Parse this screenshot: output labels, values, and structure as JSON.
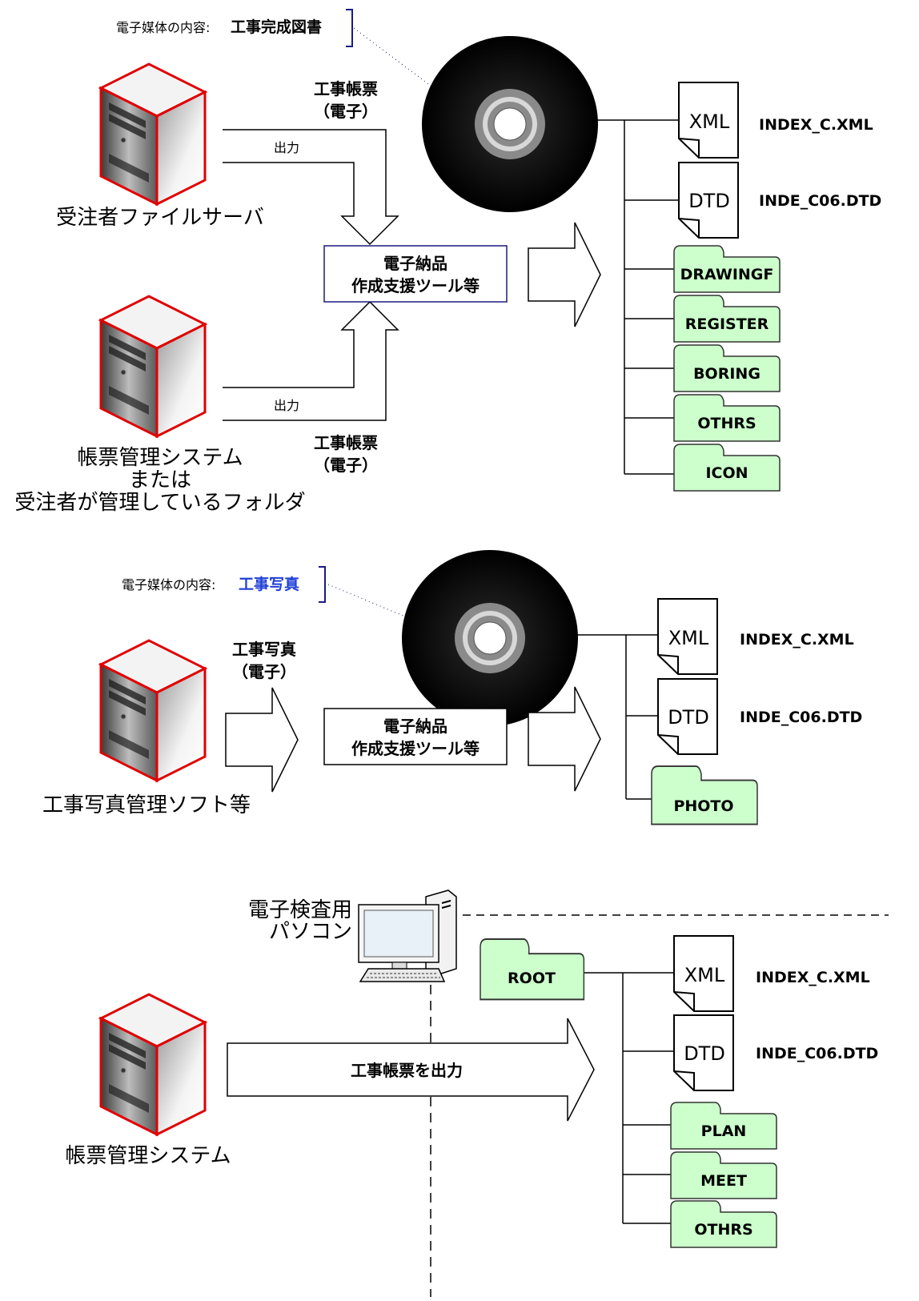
{
  "section1": {
    "media_prefix": "電子媒体の内容:",
    "media_title": "工事完成図書",
    "server_top_label": "受注者ファイルサーバ",
    "server_bottom_lines": [
      "帳票管理システム",
      "または",
      "受注者が管理しているフォルダ"
    ],
    "top_doc_lines": [
      "工事帳票",
      "（電子）"
    ],
    "bottom_doc_lines": [
      "工事帳票",
      "（電子）"
    ],
    "output_top": "出力",
    "output_bottom": "出力",
    "tool_lines": [
      "電子納品",
      "作成支援ツール等"
    ],
    "files": [
      {
        "icon": "XML",
        "name": "INDEX_C.XML"
      },
      {
        "icon": "DTD",
        "name": "INDE_C06.DTD"
      }
    ],
    "folders": [
      "DRAWINGF",
      "REGISTER",
      "BORING",
      "OTHRS",
      "ICON"
    ]
  },
  "section2": {
    "media_prefix": "電子媒体の内容:",
    "media_title": "工事写真",
    "photo_lines": [
      "工事写真",
      "（電子）"
    ],
    "tool_lines": [
      "電子納品",
      "作成支援ツール等"
    ],
    "server_label": "工事写真管理ソフト等",
    "files": [
      {
        "icon": "XML",
        "name": "INDEX_C.XML"
      },
      {
        "icon": "DTD",
        "name": "INDE_C06.DTD"
      }
    ],
    "folders": [
      "PHOTO"
    ]
  },
  "section3": {
    "pc_lines": [
      "電子検査用",
      "パソコン"
    ],
    "root_label": "ROOT",
    "arrow_label": "工事帳票を出力",
    "server_label": "帳票管理システム",
    "files": [
      {
        "icon": "XML",
        "name": "INDEX_C.XML"
      },
      {
        "icon": "DTD",
        "name": "INDE_C06.DTD"
      }
    ],
    "folders": [
      "PLAN",
      "MEET",
      "OTHRS"
    ]
  },
  "colors": {
    "folder_fill": "#ccffcc",
    "server_outline": "#e00000",
    "tool_border": "#1a1a80",
    "media_title_blue": "#1f3fd8"
  }
}
